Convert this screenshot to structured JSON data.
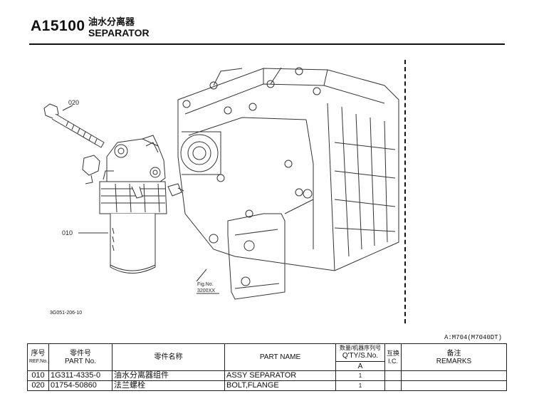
{
  "header": {
    "code": "A15100",
    "title_cn": "油水分离器",
    "title_en": "SEPARATOR"
  },
  "drawing": {
    "callout_bolt": "020",
    "callout_separator": "010",
    "figno_label": "Fig.No.",
    "figno_value": "3200XX",
    "figure_id": "3G051-206-10"
  },
  "model_note": "A:M704(M7040DT)",
  "table": {
    "headers": {
      "ref_cn": "序号",
      "ref_en": "REF.No.",
      "partno_cn": "零件号",
      "partno_en": "PART No.",
      "partname_cn": "零件名称",
      "partname_en": "PART NAME",
      "qty_cn": "数量/机器序列号",
      "qty_en": "Q'TY/S.No.",
      "qty_sub": "A",
      "ic_cn": "互换",
      "ic_en": "I.C.",
      "remarks_cn": "备注",
      "remarks_en": "REMARKS"
    },
    "rows": [
      {
        "ref": "010",
        "part_no": "1G311-4335-0",
        "name_cn": "油水分离器组件",
        "name_en": "ASSY SEPARATOR",
        "qty": "1",
        "ic": "",
        "remarks": ""
      },
      {
        "ref": "020",
        "part_no": "01754-50860",
        "name_cn": "法兰螺栓",
        "name_en": "BOLT,FLANGE",
        "qty": "1",
        "ic": "",
        "remarks": ""
      }
    ]
  }
}
